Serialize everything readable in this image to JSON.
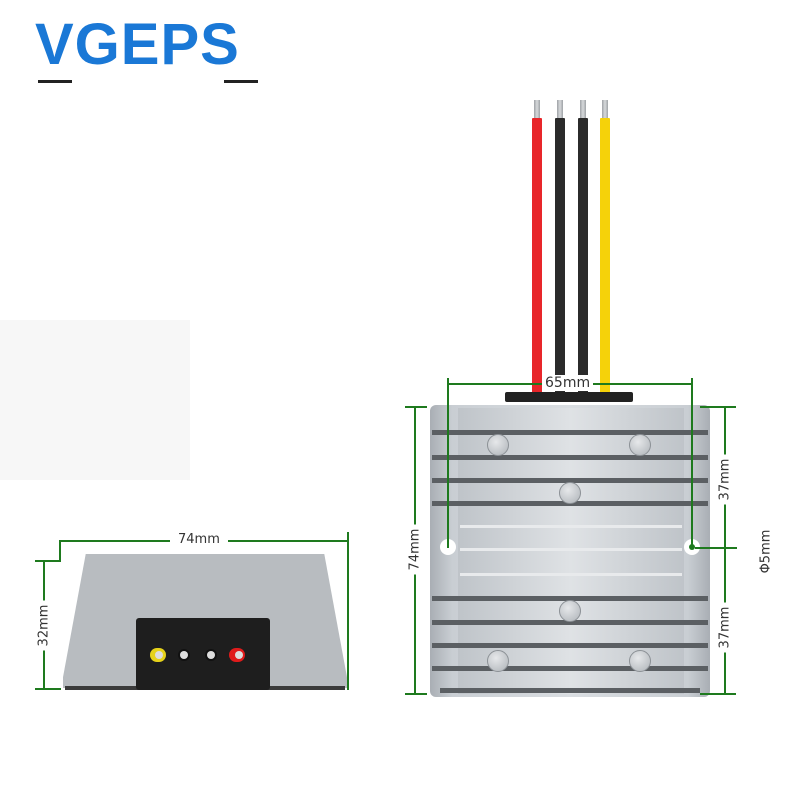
{
  "brand": {
    "name": "VGEPS",
    "color": "#1a78d6"
  },
  "product": {
    "type": "DC-DC converter module (aluminum heatsink housing)",
    "wires": [
      {
        "color_name": "red",
        "hex": "#e8262a"
      },
      {
        "color_name": "black",
        "hex": "#2b2b2b"
      },
      {
        "color_name": "black",
        "hex": "#2b2b2b"
      },
      {
        "color_name": "yellow",
        "hex": "#f5d20a"
      }
    ],
    "front_terminals": [
      {
        "color_name": "yellow",
        "hex": "#e6d21a"
      },
      {
        "color_name": "black",
        "hex": "#1c1c1c"
      },
      {
        "color_name": "black",
        "hex": "#1c1c1c"
      },
      {
        "color_name": "red",
        "hex": "#e01b1b"
      }
    ]
  },
  "dimensions": {
    "front_view": {
      "width": "74mm",
      "height": "32mm"
    },
    "top_view": {
      "mount_hole_spacing": "65mm",
      "length": "74mm",
      "hole_to_top": "37mm",
      "hole_to_bottom": "37mm",
      "hole_diameter": "Φ5mm"
    }
  },
  "colors": {
    "dimension_line": "#1e7a1e",
    "dimension_text": "#333333",
    "aluminum": "#c9ced3"
  }
}
